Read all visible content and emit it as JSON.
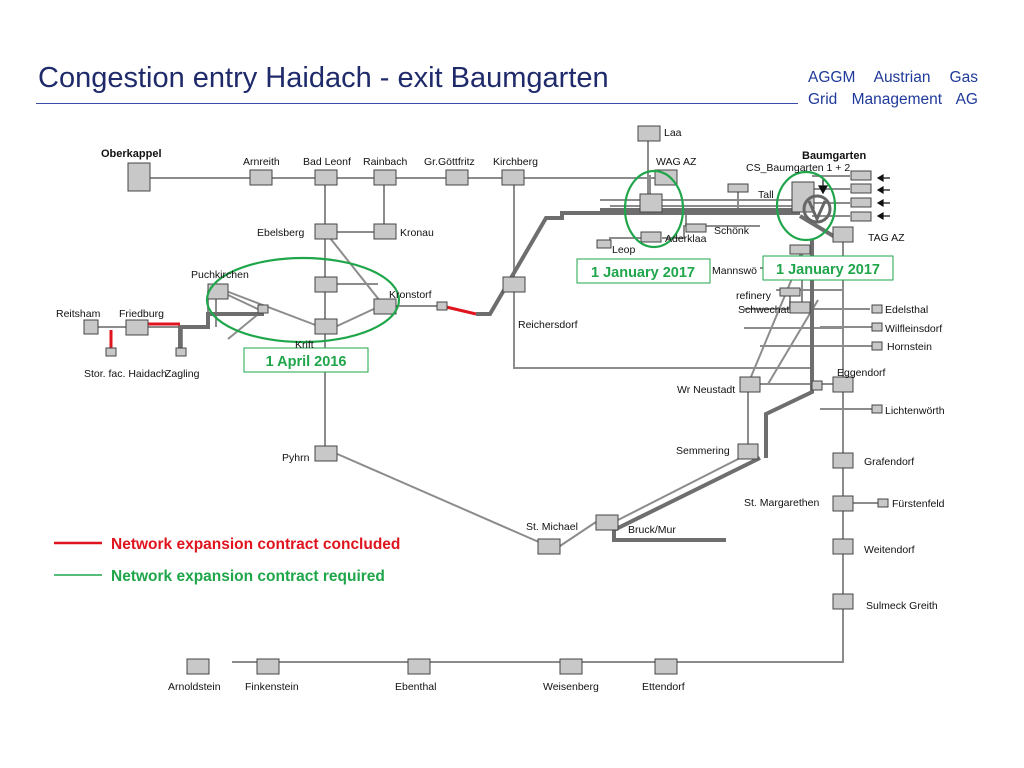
{
  "header": {
    "title": "Congestion entry Haidach - exit Baumgarten",
    "org_line1": "AGGM   Austrian   Gas",
    "org_line2": "Grid Management  AG"
  },
  "colors": {
    "pipeline": "#8c8c8c",
    "node_fill": "#c8c8c8",
    "expansion_concluded": "#e0141e",
    "expansion_required": "#1fa64a"
  },
  "nodes": {
    "oberkappel": "Oberkappel",
    "arnreith": "Arnreith",
    "bad_leonf": "Bad Leonf",
    "rainbach": "Rainbach",
    "gr_goettfritz": "Gr.Göttfritz",
    "kirchberg": "Kirchberg",
    "laa": "Laa",
    "wag_az": "WAG AZ",
    "baumgarten": "Baumgarten",
    "cs_baumgarten": "CS_Baumgarten 1 + 2",
    "tall": "Tall",
    "schoenk": "Schönk",
    "aderklaa": "Aderklaa",
    "leop": "Leop",
    "tag_az": "TAG AZ",
    "ebelsberg": "Ebelsberg",
    "kronau": "Kronau",
    "puchkirchen": "Puchkirchen",
    "kronstorf": "Kronstorf",
    "reitsham": "Reitsham",
    "friedburg": "Friedburg",
    "krift": "Krift",
    "reichersdorf": "Reichersdorf",
    "mannswoerth": "Mannswö",
    "refinery_schwechat": "refinery\nSchwechat",
    "edelsthal": "Edelsthal",
    "wilfleinsdorf": "Wilfleinsdorf",
    "hornstein": "Hornstein",
    "stor_fac_haidach": "Stor. fac. Haidach",
    "zagling": "Zagling",
    "wr_neustadt": "Wr Neustadt",
    "eggendorf": "Eggendorf",
    "lichtenwoerth": "Lichtenwörth",
    "pyhrn": "Pyhrn",
    "semmering": "Semmering",
    "grafendorf": "Grafendorf",
    "st_margarethen": "St. Margarethen",
    "fuerstenfeld": "Fürstenfeld",
    "st_michael": "St. Michael",
    "bruck_mur": "Bruck/Mur",
    "weitendorf": "Weitendorf",
    "sulmeck_greith": "Sulmeck Greith",
    "arnoldstein": "Arnoldstein",
    "finkenstein": "Finkenstein",
    "ebenthal": "Ebenthal",
    "weisenberg": "Weisenberg",
    "ettendorf": "Ettendorf"
  },
  "annotations": {
    "wag_date": "1 January 2017",
    "baumgarten_date": "1 January 2017",
    "puchkirchen_date": "1 April 2016"
  },
  "legend": {
    "concluded": "Network expansion contract concluded",
    "required": "Network expansion contract required"
  }
}
